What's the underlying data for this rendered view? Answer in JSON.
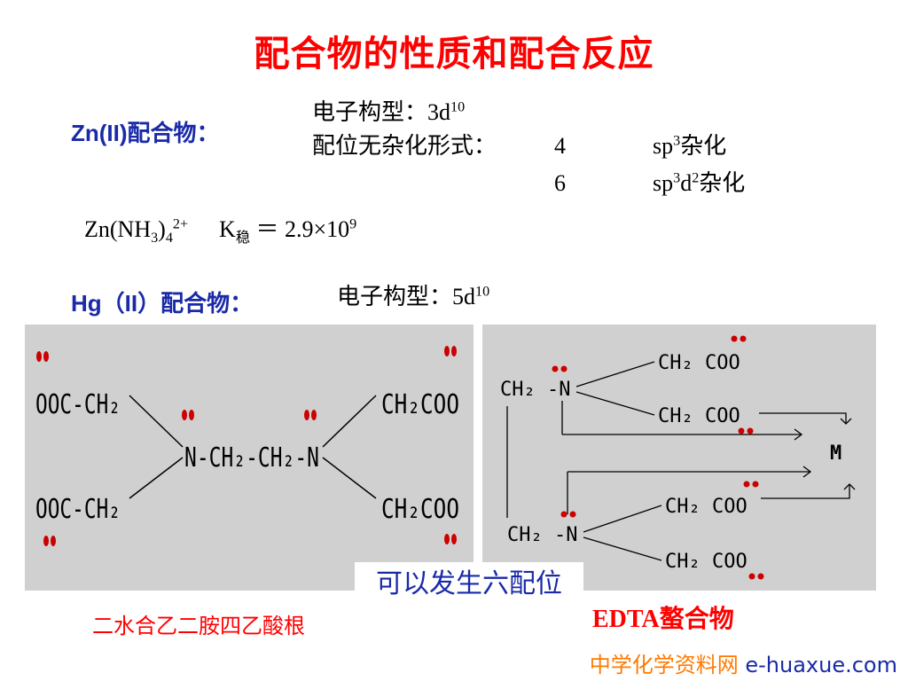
{
  "title": "配合物的性质和配合反应",
  "zn": {
    "heading": "Zn(II)配合物：",
    "config_label": "电子构型：3d",
    "config_sup": "10",
    "coord_label": "配位无杂化形式：",
    "row1": {
      "num": "4",
      "hyb_a": "sp",
      "hyb_sup": "3",
      "hyb_b": "杂化"
    },
    "row2": {
      "num": "6",
      "hyb_a": "sp",
      "hyb_sup1": "3",
      "hyb_mid": "d",
      "hyb_sup2": "2",
      "hyb_b": "杂化"
    }
  },
  "formula": {
    "part1": "Zn(NH",
    "sub1": "3",
    "part2": ")",
    "sub2": "4",
    "sup": "2+",
    "k": "K",
    "k_sub": "稳",
    "eq": "＝ 2.9×10",
    "exp": "9"
  },
  "hg": {
    "heading": "Hg（II）配合物：",
    "config_label": "电子构型：5d",
    "config_sup": "10"
  },
  "left_diagram": {
    "tl": "OOC-CH₂",
    "bl": "OOC-CH₂",
    "tr": "CH₂COO",
    "br": "CH₂COO",
    "center": "N-CH₂-CH₂-N"
  },
  "right_diagram": {
    "ch2_top": "CH₂ -N",
    "ch2_bot": "CH₂ -N",
    "arm1": "CH₂ COO",
    "arm2": "CH₂ COO",
    "arm3": "CH₂ COO",
    "arm4": "CH₂ COO",
    "metal": "M"
  },
  "overlay_label": "可以发生六配位",
  "caption_left": "二水合乙二胺四乙酸根",
  "caption_right": "EDTA螯合物",
  "footer": {
    "cn": "中学化学资料网",
    "en": "e-huaxue.com"
  },
  "colors": {
    "title": "#ff0000",
    "heading": "#1a2aa8",
    "panel": "#d0d0d0",
    "dots": "#cc0000",
    "footer_cn": "#ff7a00",
    "footer_en": "#1a2aa8"
  }
}
